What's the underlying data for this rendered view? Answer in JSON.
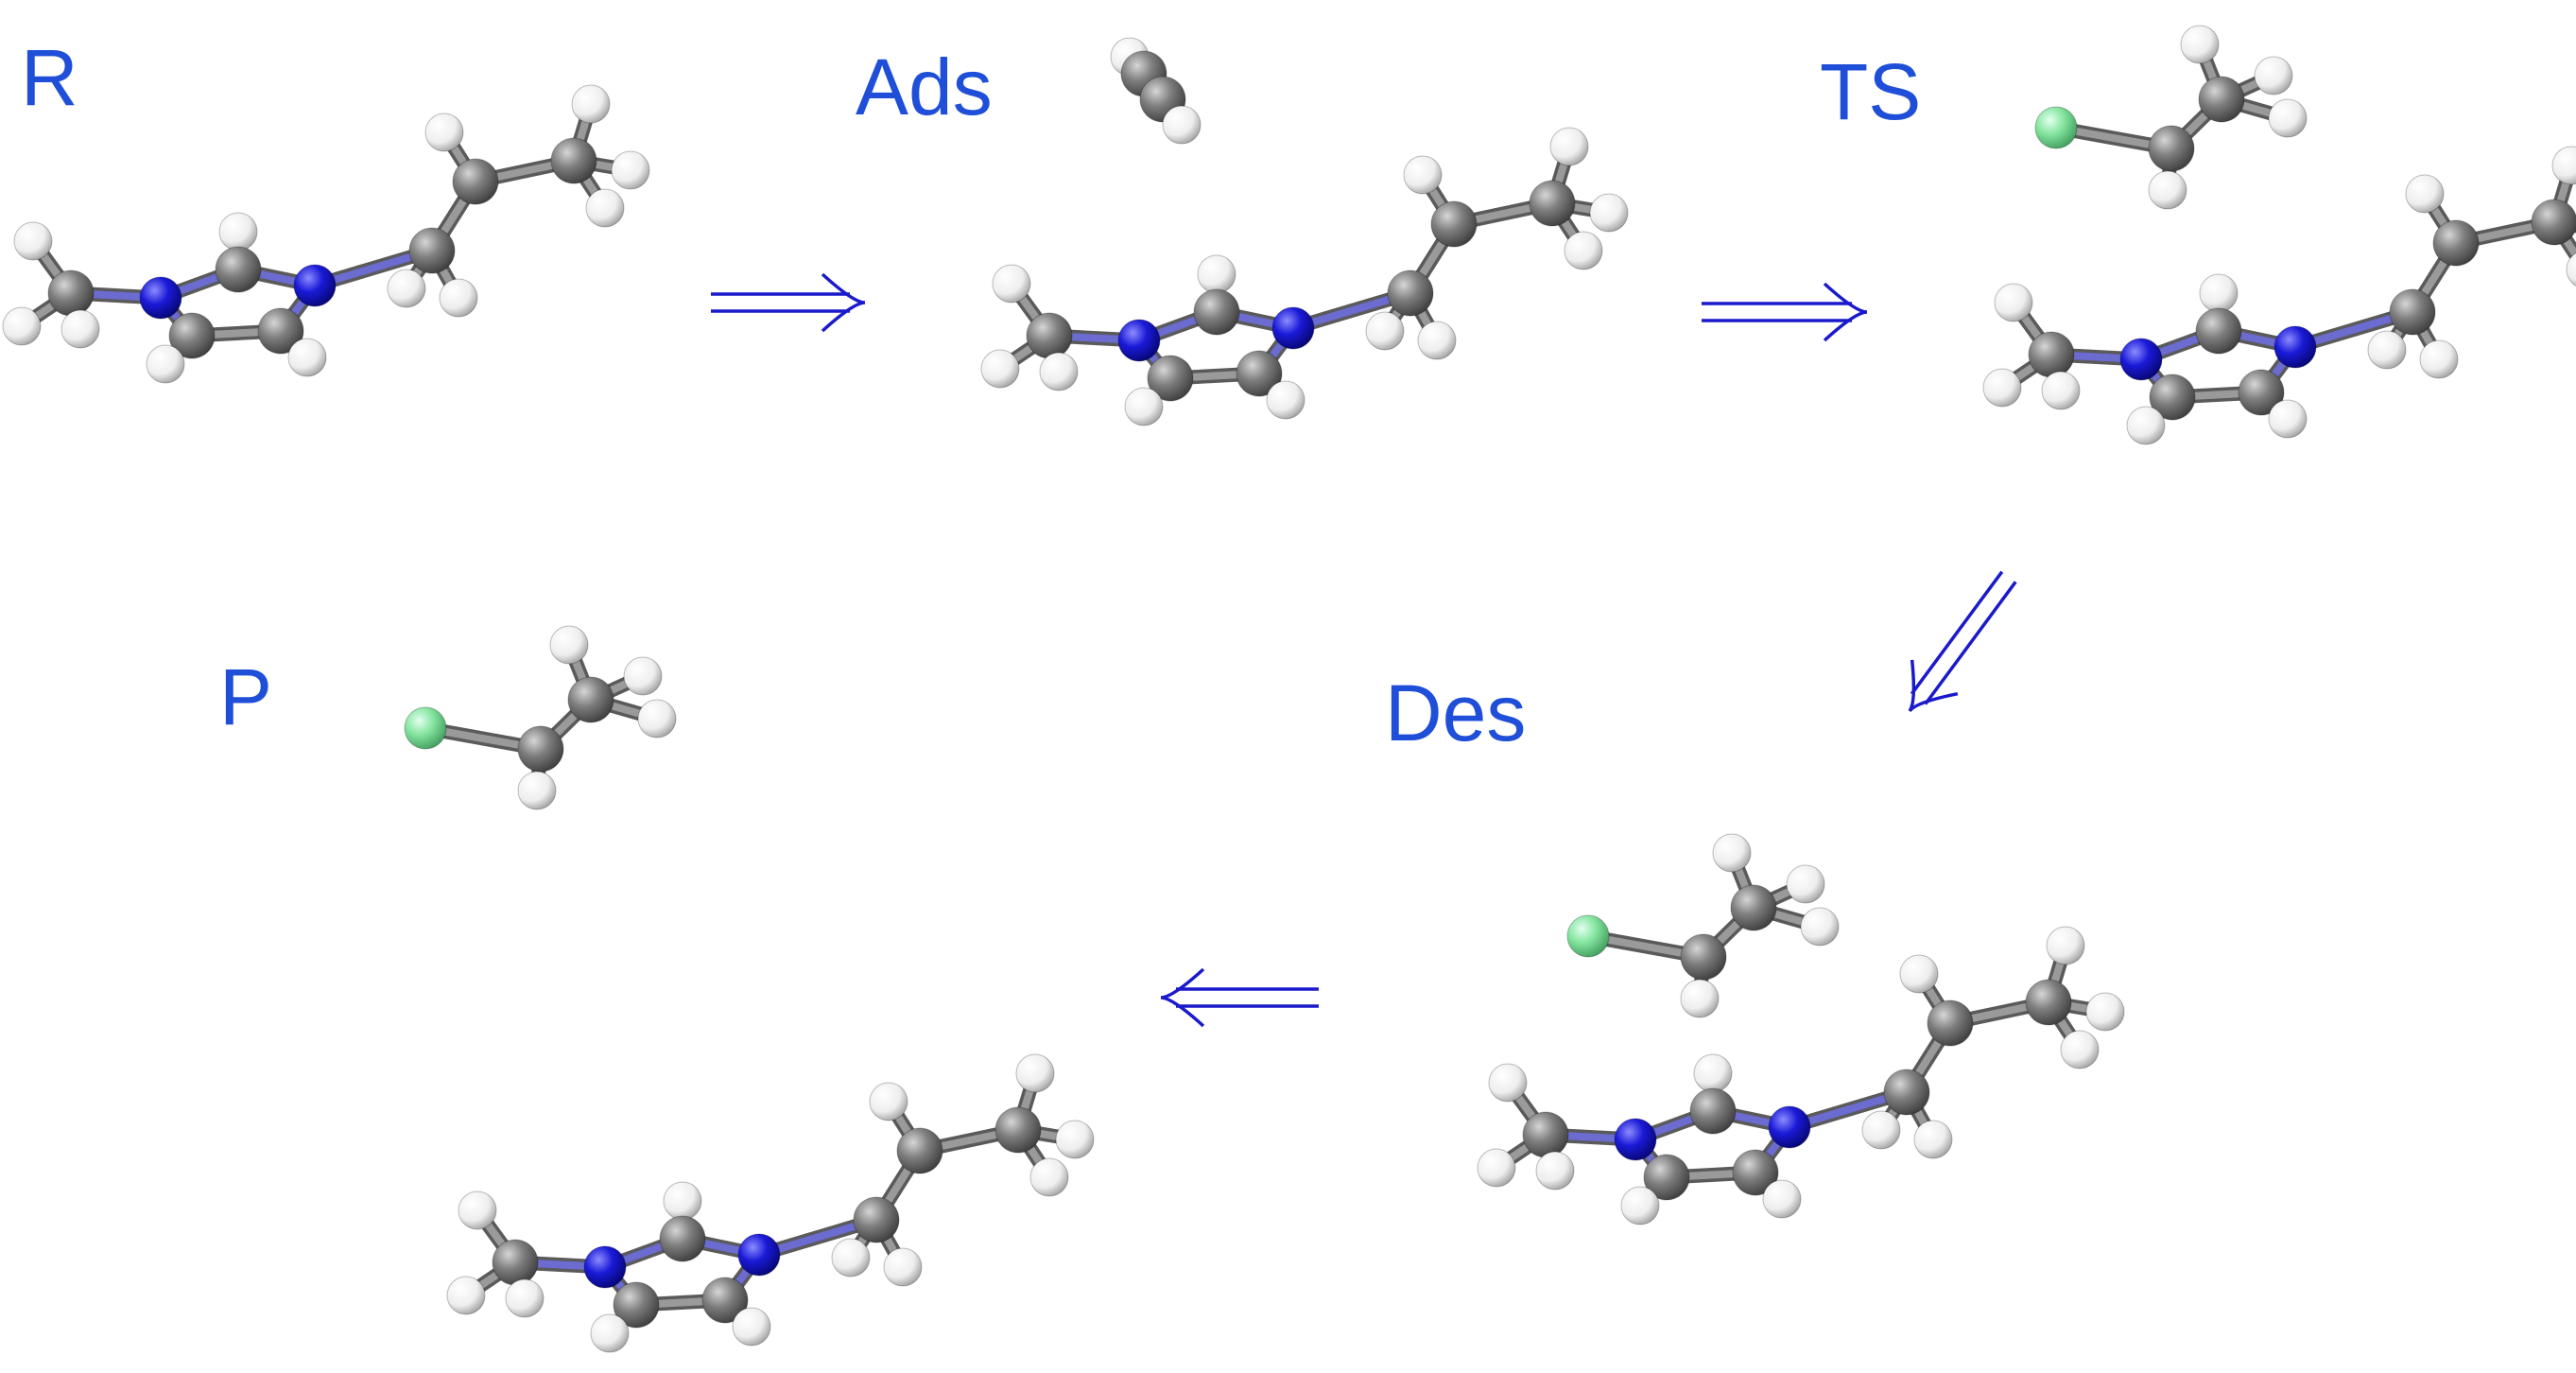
{
  "labels": {
    "reactant": "R",
    "adsorption": "Ads",
    "transition_state": "TS",
    "desorption": "Des",
    "product": "P"
  },
  "colors": {
    "label": "#1f4fd8",
    "arrow": "#1a1acc",
    "carbon": "#7d7d7d",
    "nitrogen": "#1414d2",
    "hydrogen": "#f2f2f2",
    "chlorine": "#8fe8a8",
    "bond": "#9a9a9a"
  },
  "flow": [
    "R",
    "Ads",
    "TS",
    "Des",
    "P"
  ]
}
